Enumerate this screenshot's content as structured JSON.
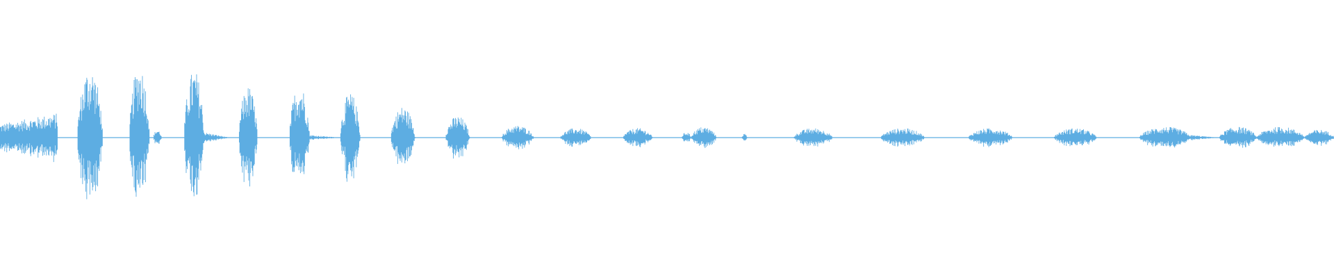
{
  "waveform": {
    "color": "#5dade2",
    "background": "#ffffff",
    "baseline_level": 0.003,
    "segments": [
      {
        "start": 0.0,
        "end": 0.043,
        "peak": 0.18,
        "shape": "ramp-up"
      },
      {
        "start": 0.058,
        "end": 0.077,
        "peak": 0.52,
        "shape": "burst"
      },
      {
        "start": 0.097,
        "end": 0.112,
        "peak": 0.54,
        "shape": "burst"
      },
      {
        "start": 0.115,
        "end": 0.121,
        "peak": 0.06,
        "shape": "burst"
      },
      {
        "start": 0.138,
        "end": 0.153,
        "peak": 0.5,
        "shape": "burst"
      },
      {
        "start": 0.153,
        "end": 0.172,
        "peak": 0.04,
        "shape": "decay"
      },
      {
        "start": 0.179,
        "end": 0.193,
        "peak": 0.38,
        "shape": "burst"
      },
      {
        "start": 0.217,
        "end": 0.232,
        "peak": 0.4,
        "shape": "burst"
      },
      {
        "start": 0.232,
        "end": 0.255,
        "peak": 0.02,
        "shape": "decay"
      },
      {
        "start": 0.255,
        "end": 0.27,
        "peak": 0.33,
        "shape": "burst"
      },
      {
        "start": 0.293,
        "end": 0.311,
        "peak": 0.23,
        "shape": "burst"
      },
      {
        "start": 0.334,
        "end": 0.352,
        "peak": 0.16,
        "shape": "burst"
      },
      {
        "start": 0.376,
        "end": 0.4,
        "peak": 0.09,
        "shape": "burst"
      },
      {
        "start": 0.42,
        "end": 0.443,
        "peak": 0.07,
        "shape": "burst"
      },
      {
        "start": 0.467,
        "end": 0.489,
        "peak": 0.07,
        "shape": "burst"
      },
      {
        "start": 0.511,
        "end": 0.518,
        "peak": 0.04,
        "shape": "burst"
      },
      {
        "start": 0.518,
        "end": 0.537,
        "peak": 0.08,
        "shape": "burst"
      },
      {
        "start": 0.556,
        "end": 0.56,
        "peak": 0.03,
        "shape": "burst"
      },
      {
        "start": 0.595,
        "end": 0.624,
        "peak": 0.07,
        "shape": "burst"
      },
      {
        "start": 0.66,
        "end": 0.693,
        "peak": 0.07,
        "shape": "burst"
      },
      {
        "start": 0.726,
        "end": 0.759,
        "peak": 0.07,
        "shape": "burst"
      },
      {
        "start": 0.79,
        "end": 0.822,
        "peak": 0.07,
        "shape": "burst"
      },
      {
        "start": 0.854,
        "end": 0.893,
        "peak": 0.08,
        "shape": "burst"
      },
      {
        "start": 0.893,
        "end": 0.913,
        "peak": 0.02,
        "shape": "decay"
      },
      {
        "start": 0.914,
        "end": 0.942,
        "peak": 0.08,
        "shape": "burst"
      },
      {
        "start": 0.942,
        "end": 0.978,
        "peak": 0.08,
        "shape": "burst"
      },
      {
        "start": 0.978,
        "end": 1.0,
        "peak": 0.06,
        "shape": "burst"
      }
    ]
  }
}
